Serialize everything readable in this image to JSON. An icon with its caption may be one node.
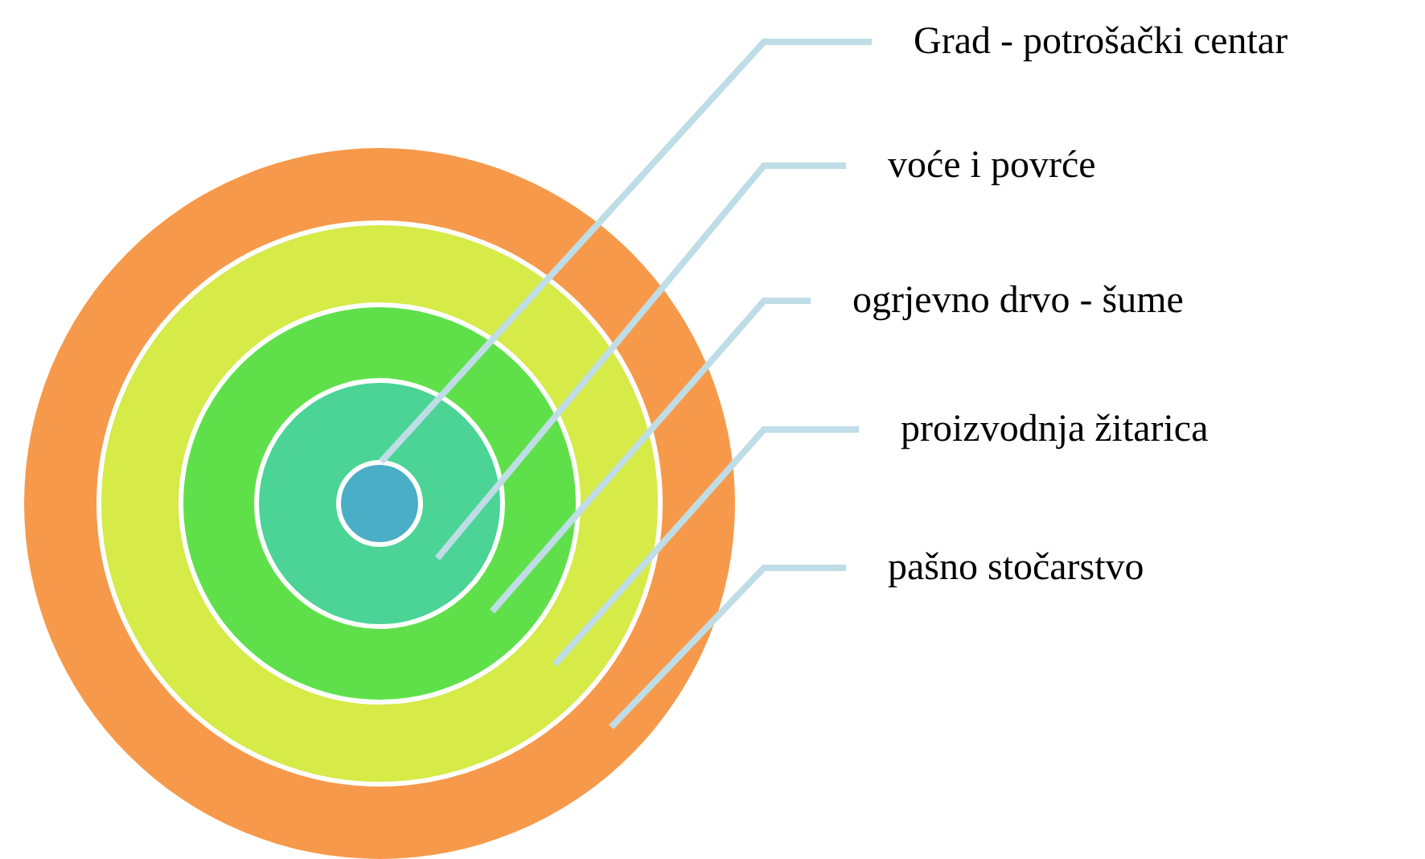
{
  "diagram": {
    "nodes": [
      {
        "text": [],
        "shape": "circle"
      },
      {
        "text": [],
        "shape": "circle",
        "in": 0
      },
      {
        "text": [],
        "shape": "circle",
        "in": 1
      },
      {
        "text": [],
        "shape": "circle",
        "in": 2
      },
      {
        "text": [],
        "shape": "circle",
        "in": 3
      },
      {
        "text": [
          "Grad - potrošački centar"
        ]
      },
      {
        "text": [
          "voće i povrće"
        ]
      },
      {
        "text": [
          "ogrjevno drvo - šume"
        ]
      },
      {
        "text": [
          "proizvodnja žitarica"
        ]
      },
      {
        "text": [
          "pašno stočarstvo"
        ]
      }
    ],
    "edges": [
      {
        "from": 5,
        "to": 4,
        "arrow": "none"
      },
      {
        "from": 6,
        "to": 3,
        "arrow": "none"
      },
      {
        "from": 7,
        "to": 2,
        "arrow": "none"
      },
      {
        "from": 8,
        "to": 1,
        "arrow": "none"
      },
      {
        "from": 9,
        "to": 0,
        "arrow": "none"
      }
    ]
  }
}
